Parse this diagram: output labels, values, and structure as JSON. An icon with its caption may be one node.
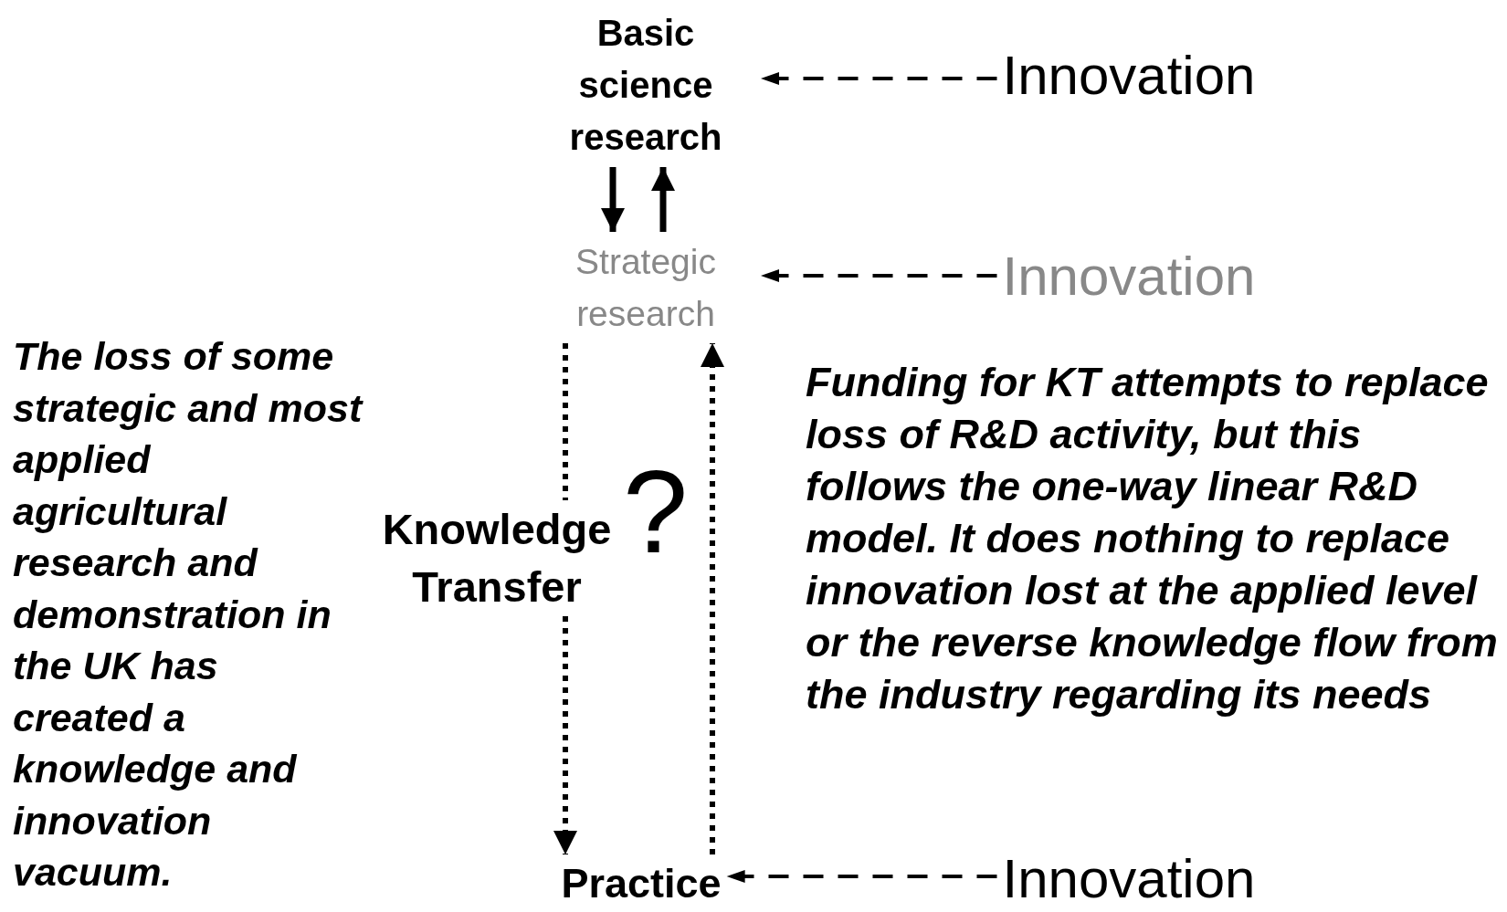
{
  "diagram": {
    "nodes": [
      {
        "text": [
          "Basic science research"
        ]
      },
      {
        "text": [
          "Strategic research"
        ]
      },
      {
        "text": [
          "Practice"
        ]
      },
      {
        "text": [
          "Innovation"
        ]
      },
      {
        "text": [
          "Innovation"
        ]
      },
      {
        "text": [
          "Innovation"
        ]
      }
    ],
    "edges": [
      {
        "from": 3,
        "to": 0,
        "arrow": "to",
        "style": "dashed"
      },
      {
        "from": 4,
        "to": 1,
        "arrow": "to",
        "style": "dashed"
      },
      {
        "from": 5,
        "to": 2,
        "arrow": "to",
        "style": "dashed"
      },
      {
        "from": 0,
        "to": 1,
        "arrow": "to"
      },
      {
        "from": 1,
        "to": 0,
        "arrow": "to"
      },
      {
        "from": 1,
        "to": 2,
        "arrow": "to",
        "style": "dashed",
        "label": "Knowledge Transfer"
      },
      {
        "from": 2,
        "to": 1,
        "arrow": "to",
        "style": "dashed"
      }
    ],
    "labels": [
      "The loss of some strategic and most applied agricultural research and demonstration in the UK has created a knowledge and innovation vacuum.",
      "?",
      "Funding for KT attempts to replace loss of R&D activity, but this follows the one-way linear R&D model. It does nothing to replace innovation lost at the applied level or the reverse knowledge flow from the industry regarding its needs"
    ]
  }
}
